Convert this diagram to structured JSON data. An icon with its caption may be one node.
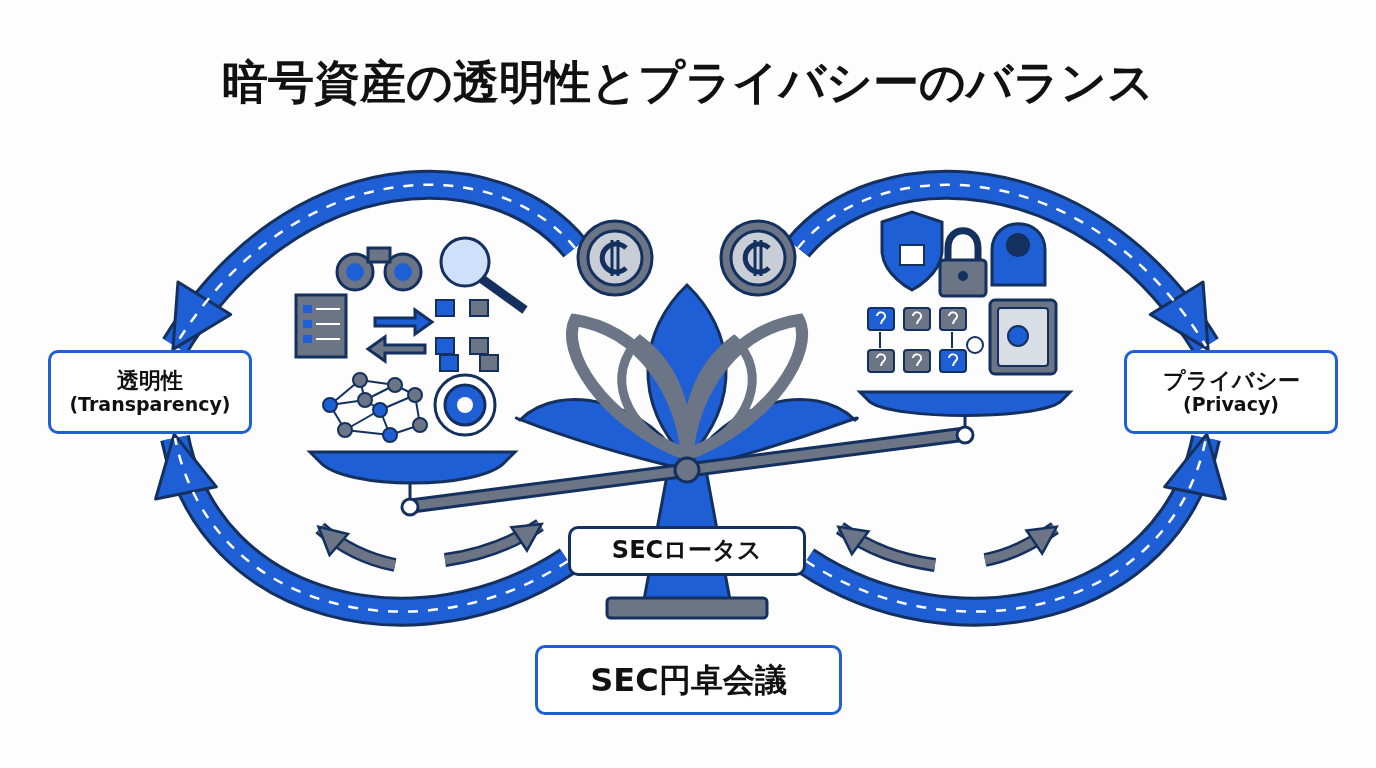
{
  "diagram": {
    "title": "暗号資産の透明性とプライバシーのバランス",
    "nodes": [
      {
        "text": [
          "透明性",
          "(Transparency)"
        ]
      },
      {
        "text": [
          "プライバシー",
          "(Privacy)"
        ]
      },
      {
        "text": [],
        "shape": "circle"
      },
      {
        "text": [],
        "shape": "circle"
      },
      {
        "text": [
          "SECロータス"
        ]
      },
      {
        "text": [
          "SEC円卓会議"
        ]
      }
    ],
    "edges": [
      {
        "from": 2,
        "to": 0,
        "arrow": "to"
      },
      {
        "from": 3,
        "to": 1,
        "arrow": "to"
      },
      {
        "from": 4,
        "to": 0,
        "arrow": "to"
      },
      {
        "from": 4,
        "to": 1,
        "arrow": "to"
      }
    ]
  }
}
